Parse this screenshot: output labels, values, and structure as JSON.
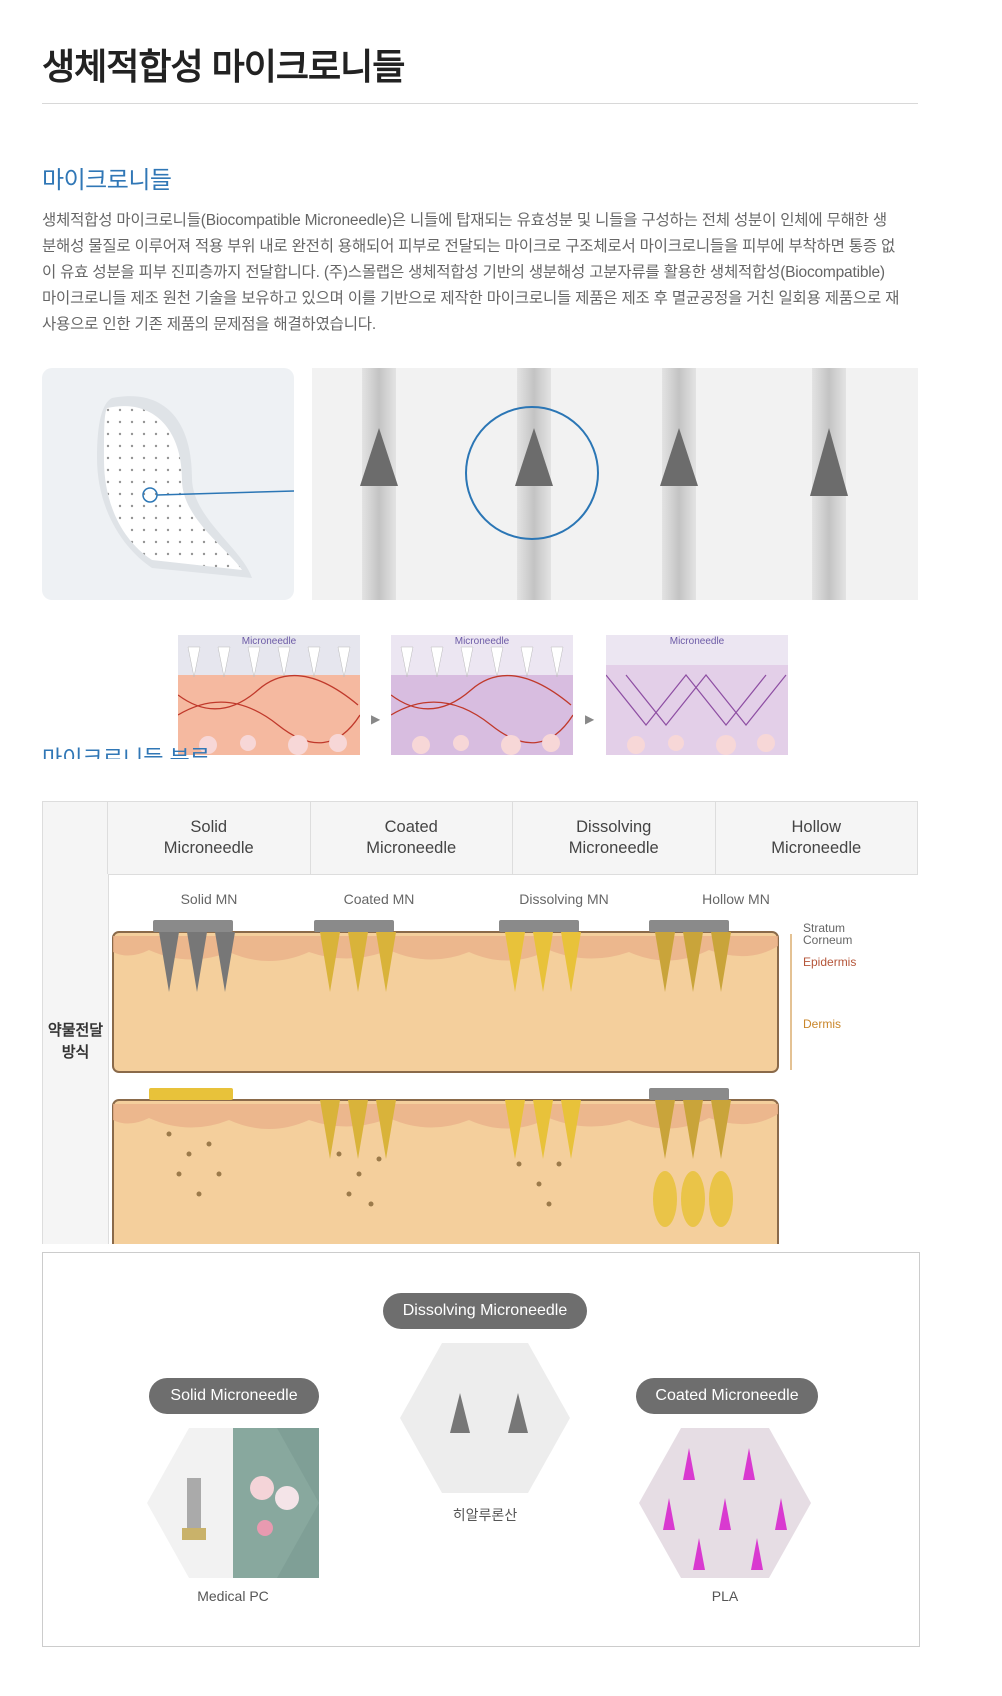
{
  "page_title": "생체적합성 마이크로니들",
  "section_title": "마이크로니들",
  "intro_lines": [
    "생체적합성 마이크로니들(Biocompatible Microneedle)은 니들에 탑재되는 유효성분 및 니들을 구성하는 전체 성분이 인체에 무해한 생",
    "분해성 물질로 이루어져 적용 부위 내로 완전히 용해되어 피부로 전달되는 마이크로 구조체로서 마이크로니들을 피부에 부착하면 통증 없",
    "이 유효 성분을 피부 진피층까지 전달합니다. (주)스몰랩은 생체적합성 기반의 생분해성 고분자류를 활용한 생체적합성(Biocompatible)",
    "마이크로니들 제조 원천 기술을 보유하고 있으며 이를 기반으로 제작한 마이크로니들 제품은 제조 후 멸균공정을 거친 일회용 제품으로 재",
    "사용으로 인한 기존 제품의 문제점을 해결하였습니다."
  ],
  "layer_images": [
    {
      "label": "Microneedle"
    },
    {
      "label": "Microneedle"
    },
    {
      "label": "Microneedle"
    }
  ],
  "clipped_heading": "마이크로니들 분류",
  "table": {
    "headers": [
      {
        "line1": "Solid",
        "line2": "Microneedle"
      },
      {
        "line1": "Coated",
        "line2": "Microneedle"
      },
      {
        "line1": "Dissolving",
        "line2": "Microneedle"
      },
      {
        "line1": "Hollow",
        "line2": "Microneedle"
      }
    ],
    "row_label_line1": "약물전달",
    "row_label_line2": "방식",
    "mn_labels": [
      "Solid MN",
      "Coated MN",
      "Dissolving MN",
      "Hollow MN"
    ],
    "layer_labels": {
      "stratum1": "Stratum",
      "stratum2": "Corneum",
      "epidermis": "Epidermis",
      "dermis": "Dermis"
    }
  },
  "showcase": {
    "solid": {
      "pill": "Solid Microneedle",
      "caption": "Medical PC"
    },
    "dissolving": {
      "pill": "Dissolving Microneedle",
      "caption": "히알루론산"
    },
    "coated": {
      "pill": "Coated Microneedle",
      "caption": "PLA"
    }
  },
  "colors": {
    "accent_blue": "#3077b6",
    "needle_gold": "#e8c23a",
    "skin": "#f4cf9c",
    "epidermis_label": "#b5563a",
    "dermis_label": "#c9862a",
    "pill_gray": "#6e6e6e",
    "coated_magenta": "#d93ad0"
  }
}
